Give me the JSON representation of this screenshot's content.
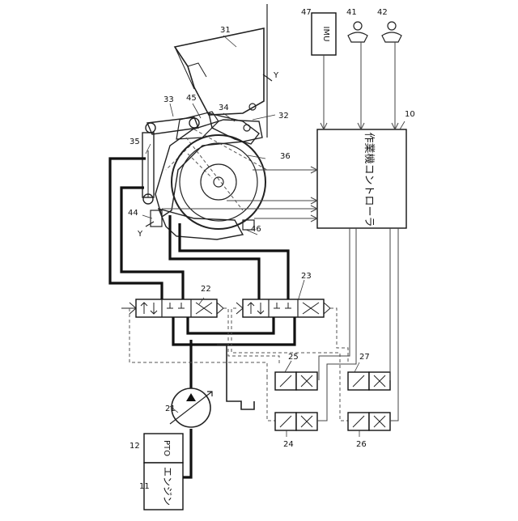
{
  "diagram": {
    "controller_text": "作業機コントローラ",
    "imu_text": "IMU",
    "engine_text": "エンジン",
    "pto_text": "PTO",
    "labels": {
      "n10": "10",
      "n11": "11",
      "n12": "12",
      "n21": "21",
      "n22": "22",
      "n23": "23",
      "n24": "24",
      "n25": "25",
      "n26": "26",
      "n27": "27",
      "n31": "31",
      "n32": "32",
      "n33": "33",
      "n34": "34",
      "n35": "35",
      "n36": "36",
      "n41": "41",
      "n42": "42",
      "n44": "44",
      "n45": "45",
      "n46": "46",
      "n47": "47",
      "y_top": "Y",
      "y_bottom": "Y"
    }
  }
}
